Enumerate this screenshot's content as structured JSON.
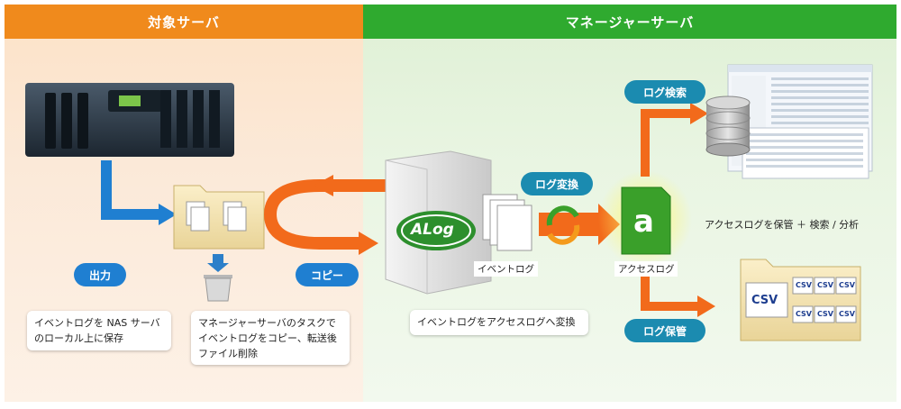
{
  "headers": {
    "left": "対象サーバ",
    "right": "マネージャーサーバ"
  },
  "labels": {
    "output": "出力",
    "copy": "コピー",
    "log_convert": "ログ変換",
    "log_search": "ログ検索",
    "log_store": "ログ保管",
    "event_log": "イベントログ",
    "access_log": "アクセスログ",
    "alog_logo": "ALog",
    "access_app_letter": "a"
  },
  "descriptions": {
    "save_line1": "イベントログを NAS サーバ",
    "save_line2": "のローカル上に保存",
    "task_line1": "マネージャーサーバのタスクで",
    "task_line2": "イベントログをコピー、転送後",
    "task_line3": "ファイル削除",
    "convert": "イベントログをアクセスログへ変換",
    "store_search": "アクセスログを保管 ＋ 検索 / 分析"
  },
  "csv": {
    "big": "CSV",
    "small": [
      "CSV",
      "CSV",
      "CSV",
      "CSV",
      "CSV",
      "CSV"
    ]
  },
  "colors": {
    "left_header": "#f08a1c",
    "right_header": "#2faa2f",
    "pill_blue": "#1f7fd1",
    "arrow_orange": "#f26a1b",
    "arrow_blue": "#1f7fd1",
    "access_green": "#3aa02a"
  }
}
